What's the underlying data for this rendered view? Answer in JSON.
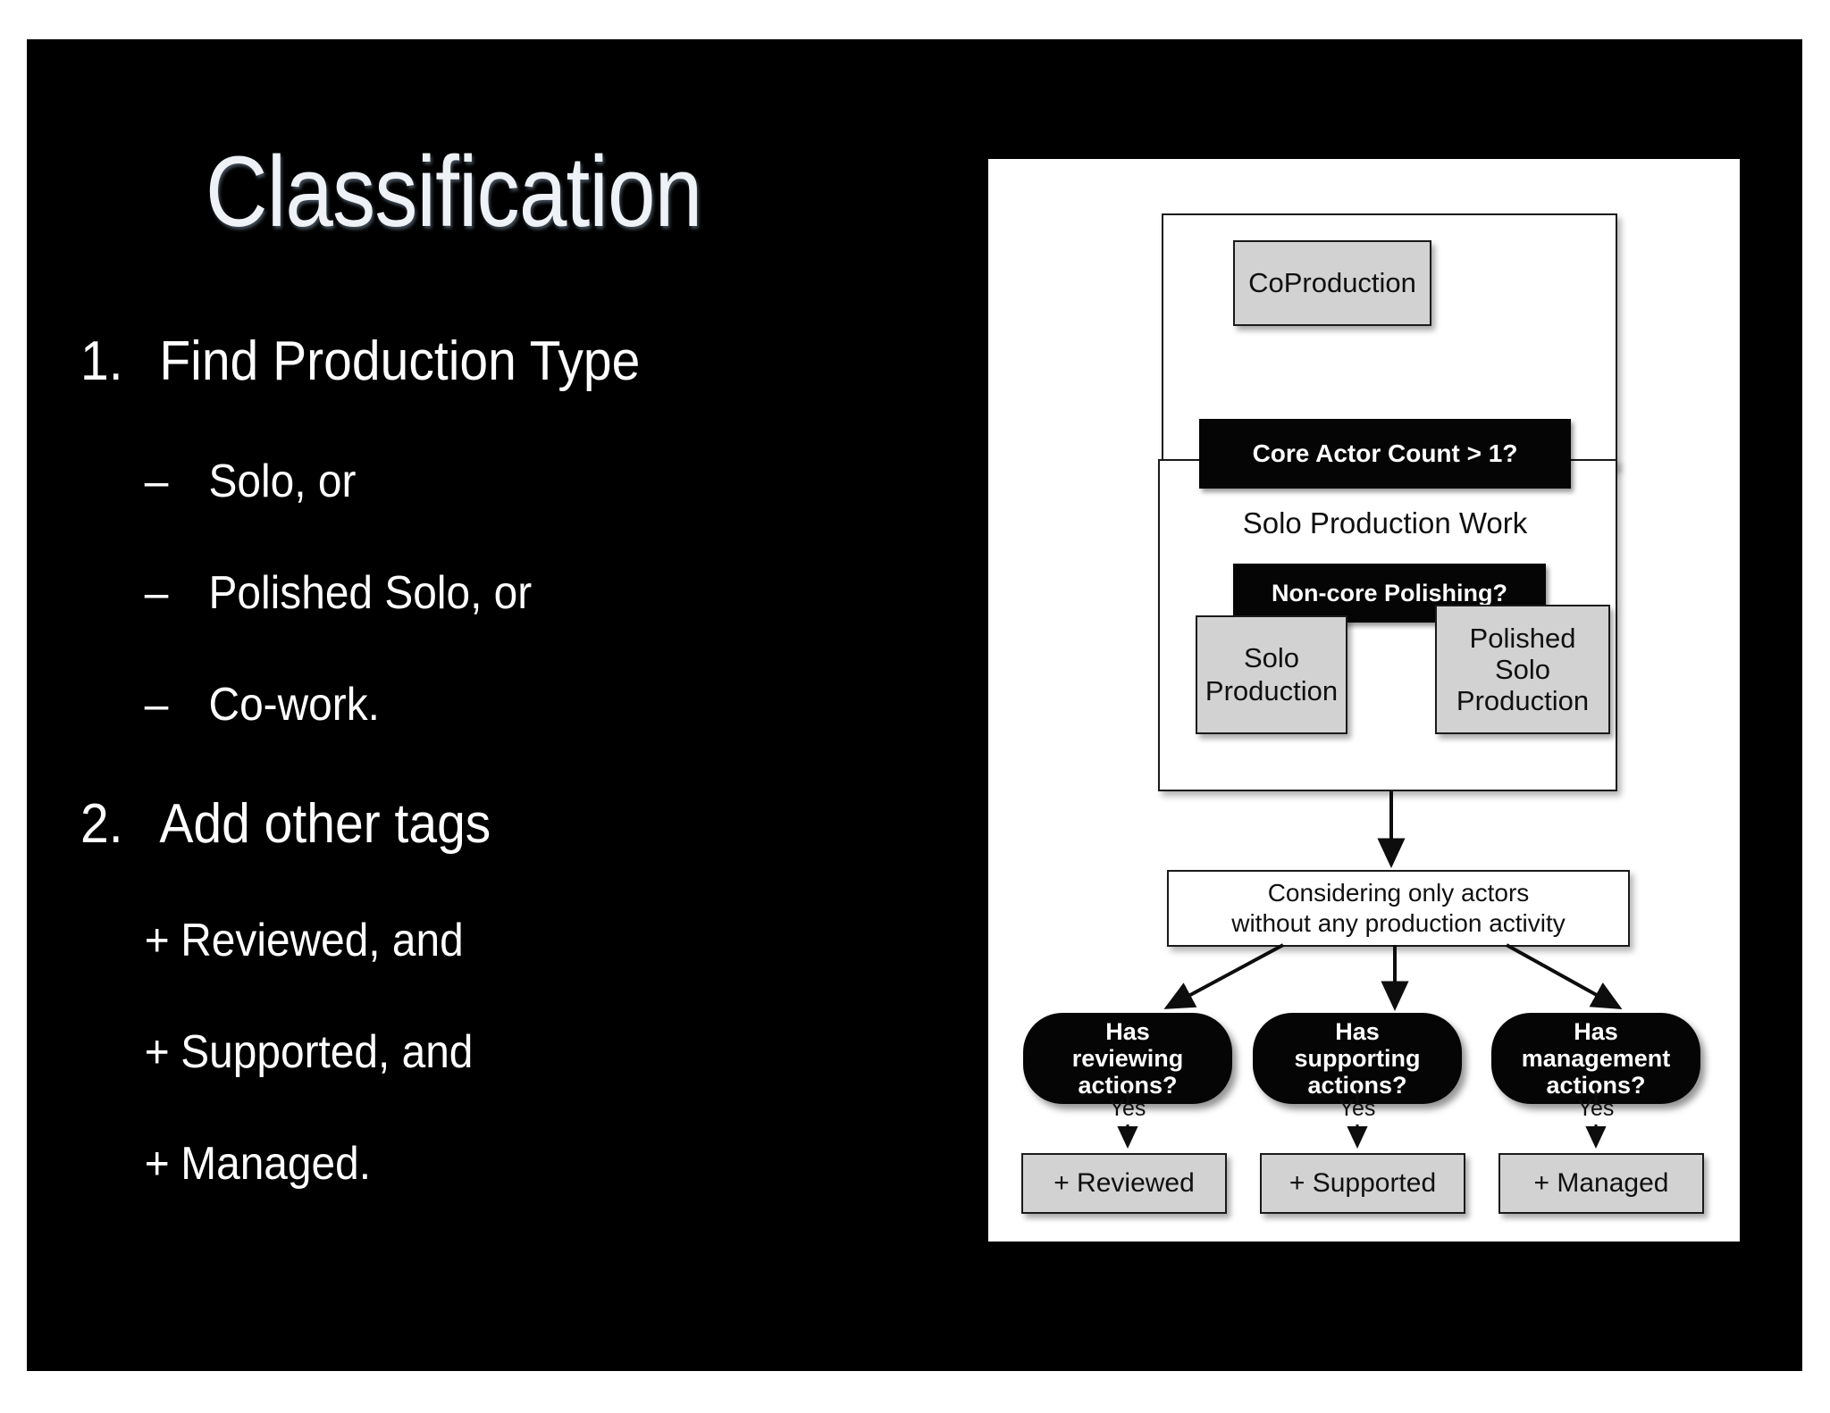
{
  "slide": {
    "title": "Classification",
    "background_color": "#000000",
    "text_color": "#ffffff"
  },
  "outline": {
    "items": [
      {
        "num": "1.",
        "text": "Find Production Type"
      },
      {
        "bullet": "–",
        "text": "Solo, or"
      },
      {
        "bullet": "–",
        "text": "Polished Solo, or"
      },
      {
        "bullet": "–",
        "text": "Co-work."
      },
      {
        "num": "2.",
        "text": "Add other tags"
      },
      {
        "bullet": "+",
        "text": "Reviewed, and"
      },
      {
        "bullet": "+",
        "text": "Supported, and"
      },
      {
        "bullet": "+",
        "text": "Managed."
      }
    ]
  },
  "diagram": {
    "coproduction": "CoProduction",
    "core_actor_count": "Core Actor Count > 1?",
    "solo_production_work": "Solo Production Work",
    "non_core_polishing": "Non-core Polishing?",
    "solo_production": "Solo\nProduction",
    "solo_production_l1": "Solo",
    "solo_production_l2": "Production",
    "polished_solo_l1": "Polished",
    "polished_solo_l2": "Solo",
    "polished_solo_l3": "Production",
    "note_l1": "Considering only actors",
    "note_l2": "without any production activity",
    "decisions": [
      {
        "l1": "Has",
        "l2": "reviewing",
        "l3": "actions?",
        "edge": "Yes",
        "result": "+ Reviewed"
      },
      {
        "l1": "Has",
        "l2": "supporting",
        "l3": "actions?",
        "edge": "Yes",
        "result": "+ Supported"
      },
      {
        "l1": "Has",
        "l2": "management",
        "l3": "actions?",
        "edge": "Yes",
        "result": "+ Managed"
      }
    ],
    "colors": {
      "grey_fill": "#d2d2d2",
      "black_fill": "#050505",
      "panel_bg": "#ffffff",
      "stroke": "#1a1a1a"
    }
  }
}
